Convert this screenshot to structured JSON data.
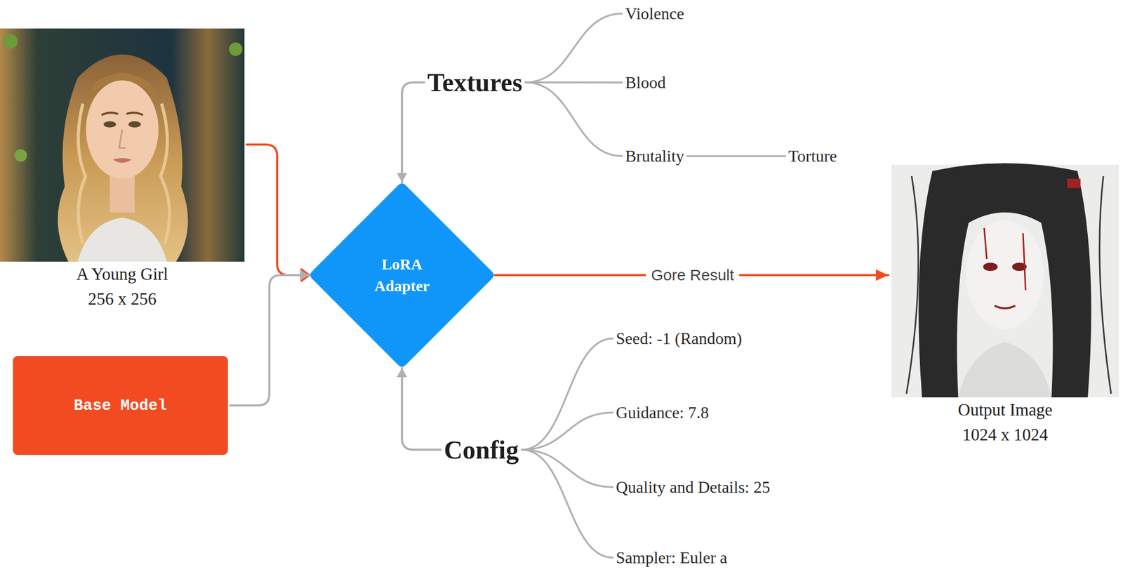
{
  "diagram": {
    "nodes": [
      {
        "text": [
          "A Young Girl",
          "256 x 256"
        ]
      },
      {
        "text": [
          "Textures"
        ]
      },
      {
        "text": [
          "Violence"
        ]
      },
      {
        "text": [
          "Blood"
        ]
      },
      {
        "text": [
          "Brutality"
        ]
      },
      {
        "text": [
          "Torture"
        ]
      },
      {
        "text": [
          "LoRA Adapter"
        ]
      },
      {
        "text": [
          "Base Model"
        ]
      },
      {
        "text": [
          "Output Image",
          "1024 x 1024"
        ]
      },
      {
        "text": [
          "Config"
        ]
      },
      {
        "text": [
          "Seed: -1 (Random)"
        ]
      },
      {
        "text": [
          "Guidance: 7.8"
        ]
      },
      {
        "text": [
          "Quality and Details: 25"
        ]
      },
      {
        "text": [
          "Sampler: Euler a"
        ]
      }
    ],
    "edges": [
      {
        "from": 0,
        "to": 6,
        "arrow": "to"
      },
      {
        "from": 7,
        "to": 6,
        "arrow": "to"
      },
      {
        "from": 1,
        "to": 6,
        "arrow": "to"
      },
      {
        "from": 9,
        "to": 6,
        "arrow": "to"
      },
      {
        "from": 6,
        "to": 8,
        "label": "Gore Result",
        "arrow": "to"
      },
      {
        "from": 1,
        "to": 2,
        "arrow": "none"
      },
      {
        "from": 1,
        "to": 3,
        "arrow": "none"
      },
      {
        "from": 1,
        "to": 4,
        "arrow": "none"
      },
      {
        "from": 4,
        "to": 5,
        "arrow": "none"
      },
      {
        "from": 9,
        "to": 10,
        "arrow": "none"
      },
      {
        "from": 9,
        "to": 11,
        "arrow": "none"
      },
      {
        "from": 9,
        "to": 12,
        "arrow": "none"
      },
      {
        "from": 9,
        "to": 13,
        "arrow": "none"
      }
    ]
  }
}
